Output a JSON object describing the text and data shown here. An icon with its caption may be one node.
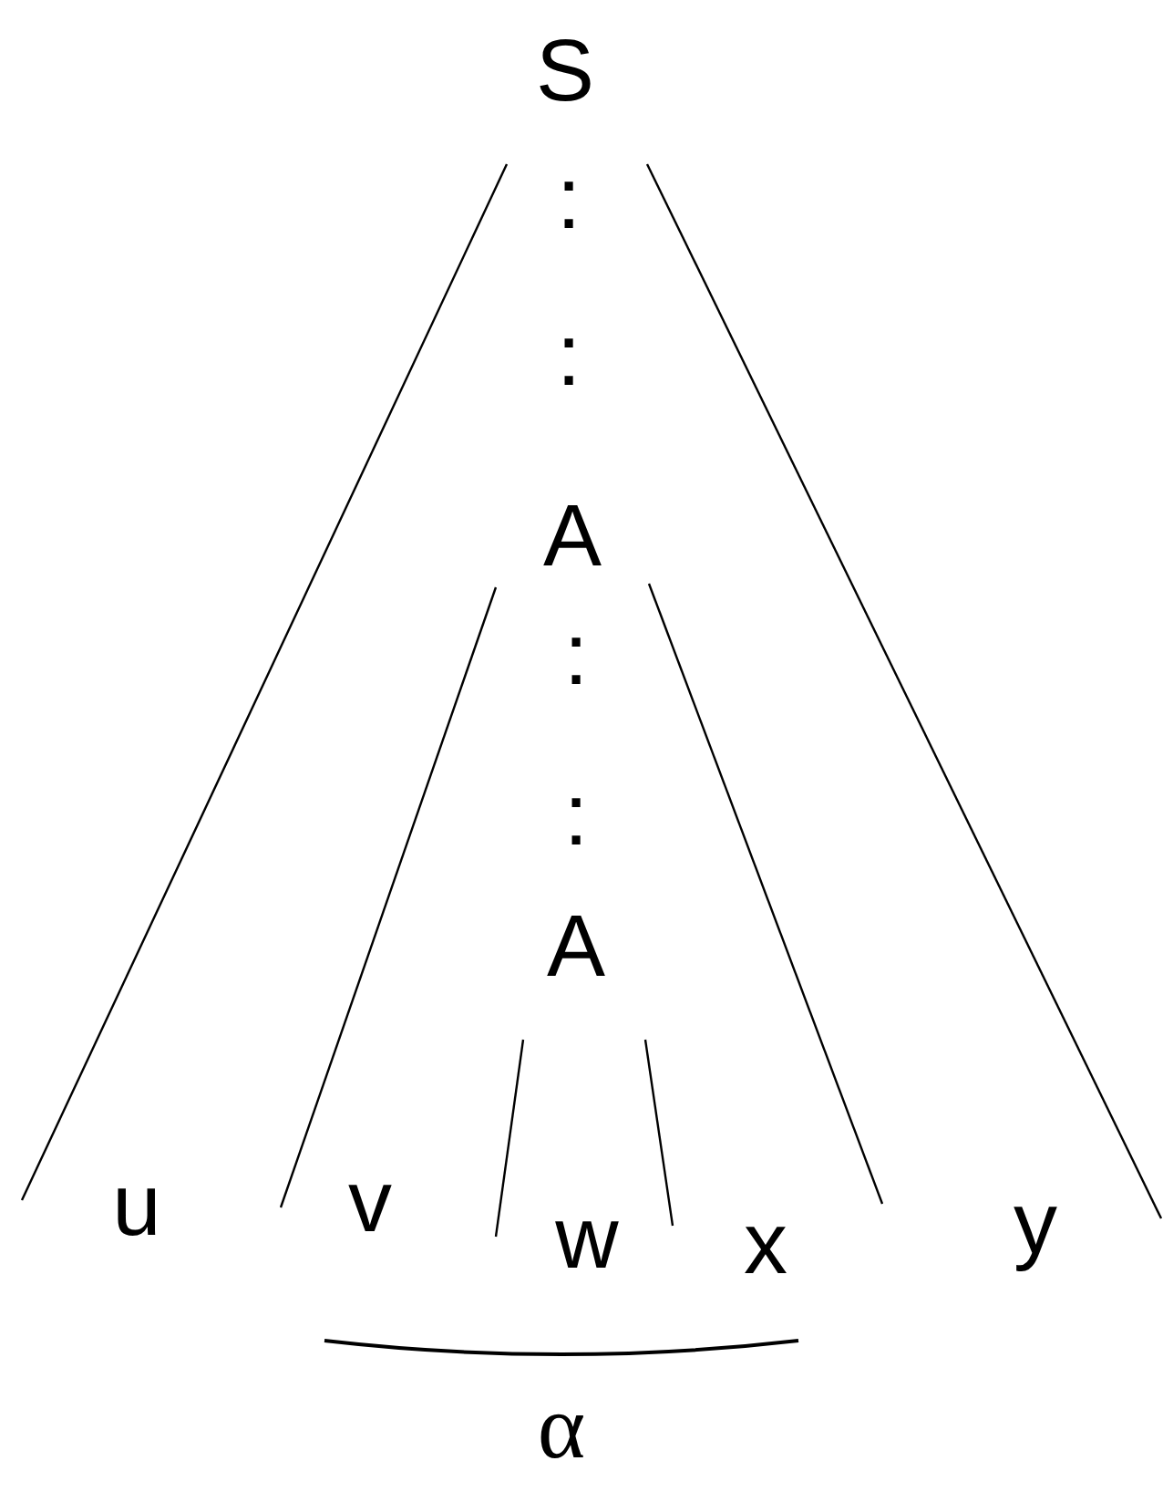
{
  "diagram": {
    "labels": [
      "S",
      ":",
      ":",
      "A",
      ":",
      ":",
      "A",
      "u",
      "v",
      "w",
      "x",
      "y",
      "α"
    ]
  }
}
